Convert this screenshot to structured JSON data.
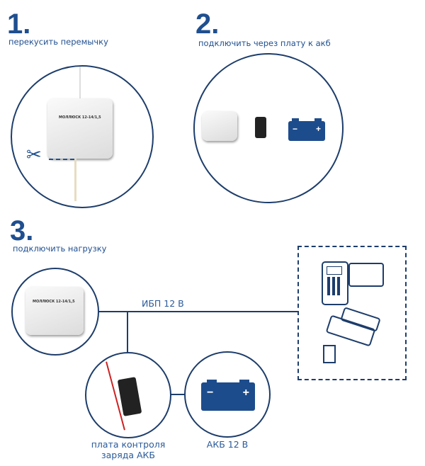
{
  "steps": [
    {
      "number": "1.",
      "caption": "перекусить перемычку"
    },
    {
      "number": "2.",
      "caption": "подключить через плату к акб"
    },
    {
      "number": "3.",
      "caption": "подключить нагрузку"
    }
  ],
  "labels": {
    "ups": "ИБП 12 В",
    "board": "плата контроля заряда АКБ",
    "battery": "АКБ 12 В"
  },
  "device_label": "МОЛЛЮСК 12-14/1,5",
  "colors": {
    "primary": "#1f4f8f",
    "line": "#1d3d6b"
  }
}
